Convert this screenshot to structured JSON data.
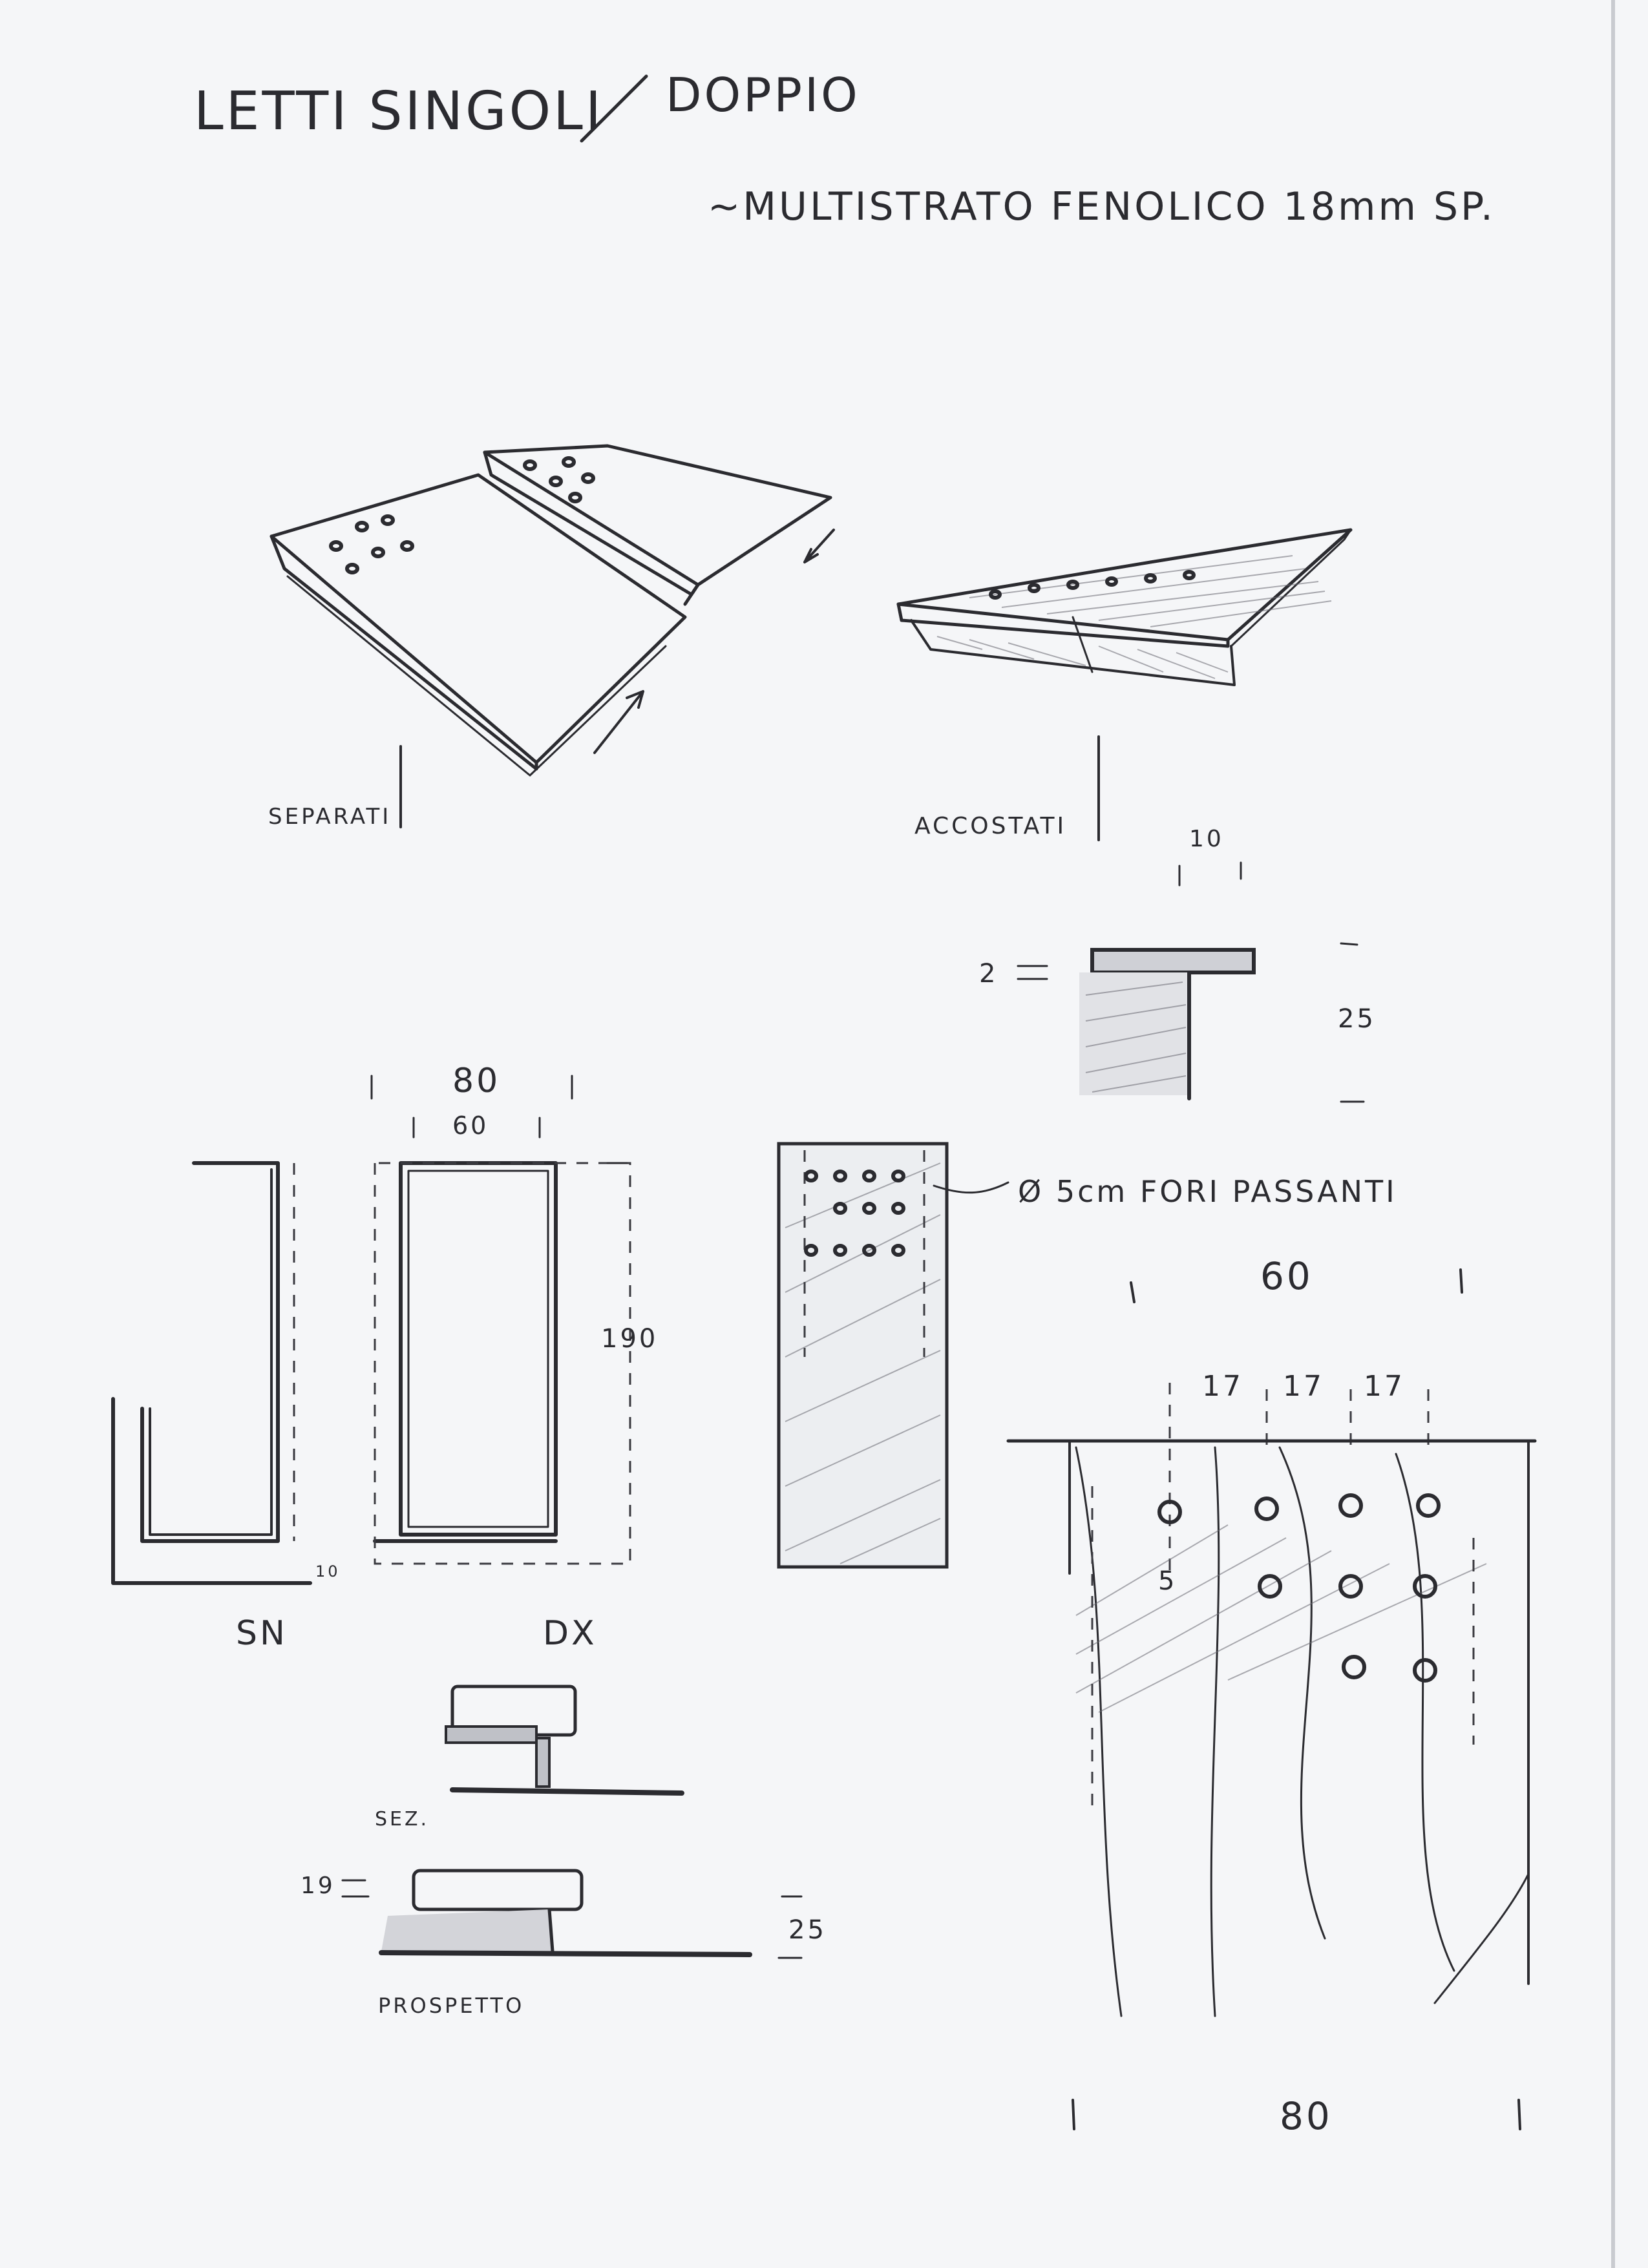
{
  "title": {
    "left": "LETTI SINGOLI",
    "right": "DOPPIO"
  },
  "material_note": "~MULTISTRATO FENOLICO 18mm SP.",
  "perspective_views": {
    "separated_label": "SEPARATI",
    "joined_label": "ACCOSTATI"
  },
  "section_detail": {
    "top_dim": "10",
    "left_dim": "2",
    "right_dim": "25"
  },
  "plan_view": {
    "outer_width": "80",
    "inner_width": "60",
    "length": "190",
    "offset": "10",
    "left_label": "SN",
    "right_label": "DX"
  },
  "hole_note": "Ø 5cm FORI PASSANTI",
  "hole_detail": {
    "overall_width_top": "60",
    "spacing": [
      "17",
      "17",
      "17"
    ],
    "hole_diameter": "5",
    "overall_width_bottom": "80"
  },
  "side_details": {
    "section_label": "SEZ.",
    "elevation_label": "PROSPETTO",
    "left_dim": "19",
    "right_dim": "25"
  },
  "colors": {
    "paper": "#f5f6f8",
    "ink": "#2b2b30"
  }
}
